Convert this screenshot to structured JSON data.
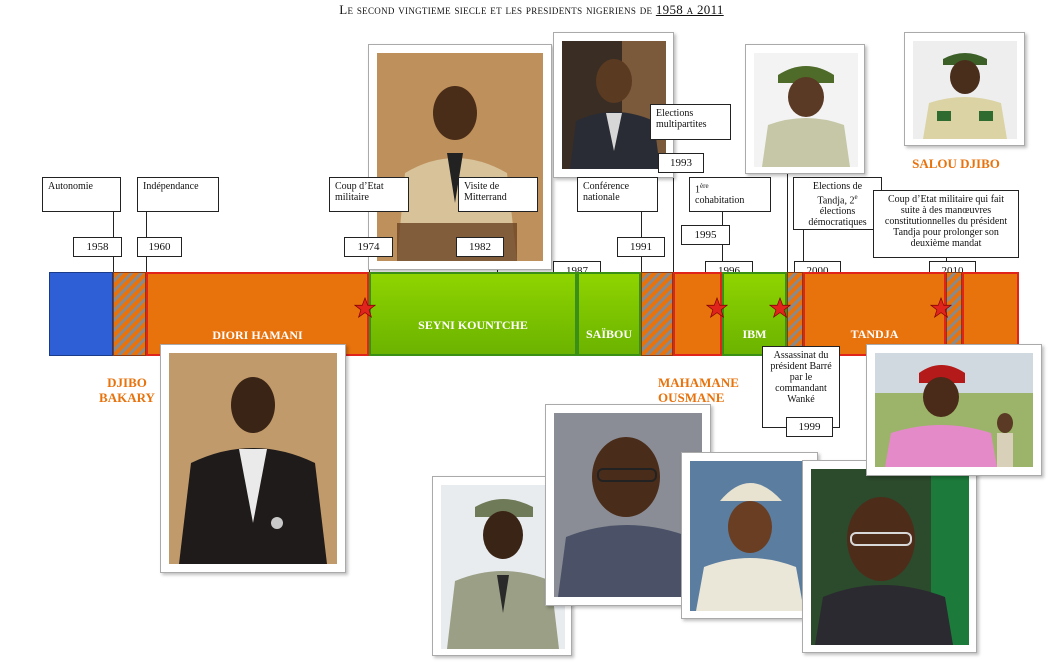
{
  "title": {
    "main": "Le second vingtieme siecle et les presidents nigeriens de",
    "years": "1958 a 2011"
  },
  "timeline": {
    "segments": [
      {
        "name": "DIORI HAMANI",
        "color": "#e8720c"
      },
      {
        "name": "SEYNI KOUNTCHE",
        "color": "#7cc400"
      },
      {
        "name": "SAÏBOU",
        "color": "#7cc400"
      },
      {
        "name": "IBM",
        "color": "#7cc400"
      },
      {
        "name": "TANDJA",
        "color": "#e8720c"
      }
    ],
    "colors": {
      "blue": "#2f5fd6",
      "orange": "#e8720c",
      "green": "#7cc400",
      "red_border": "#e0241c",
      "green_border": "#3a8f16",
      "star": "#e0241c"
    }
  },
  "external_names": {
    "djibo": "DJIBO BAKARY",
    "mahamane": "MAHAMANE OUSMANE",
    "salou": "SALOU DJIBO"
  },
  "events": {
    "autonomie": "Autonomie",
    "independance": "Indépendance",
    "coup1974": "Coup d’Etat militaire",
    "mitterrand": "Visite de Mitterrand",
    "conference": "Conférence nationale",
    "elections_multi": "Elections multipartites",
    "cohab_sup": "ère",
    "cohab_num": "1",
    "cohab_text": "cohabitation",
    "elections_tandja": "Elections de Tandja, 2",
    "elections_tandja_sup": "e",
    "elections_tandja_rest": "élections démocratiques",
    "coup2010": "Coup d’Etat militaire qui fait suite à des manœuvres constitutionnelles du président Tandja pour prolonger son deuxième mandat",
    "assassinat": "Assassinat du président Barré par le commandant Wanké"
  },
  "years": {
    "y1958": "1958",
    "y1960": "1960",
    "y1974": "1974",
    "y1982": "1982",
    "y1987": "1987",
    "y1991": "1991",
    "y1993": "1993",
    "y1995": "1995",
    "y1996": "1996",
    "y1999": "1999",
    "y2000": "2000",
    "y2010": "2010"
  }
}
